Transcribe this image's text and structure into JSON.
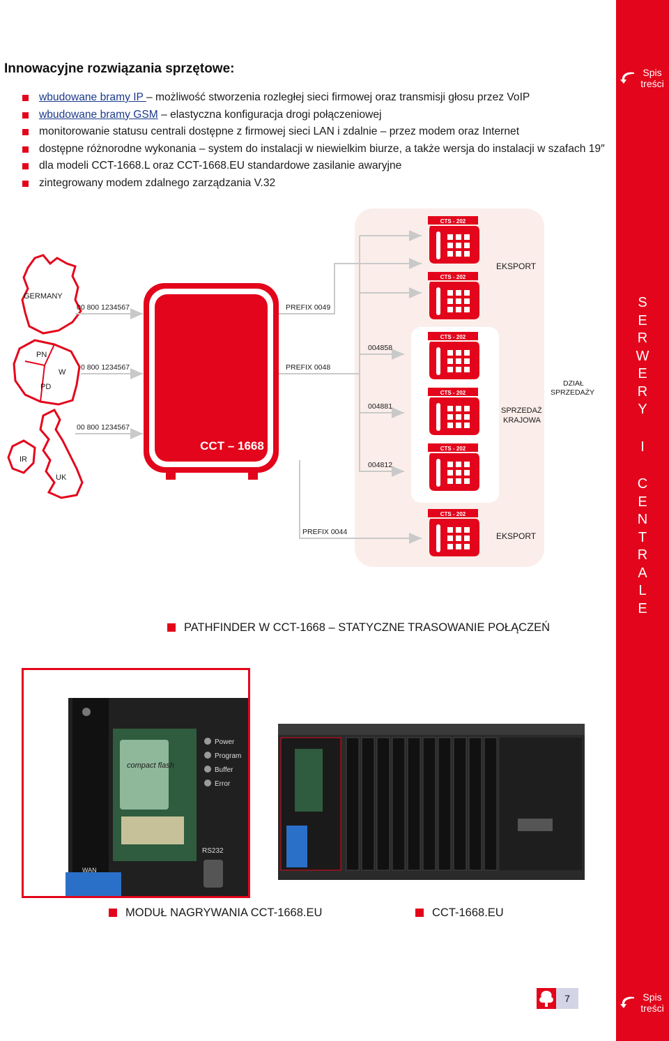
{
  "heading": "Innowacyjne rozwiązania sprzętowe:",
  "features": [
    {
      "link": "wbudowane bramy IP ",
      "text": "– możliwość stworzenia rozległej sieci firmowej oraz transmisji głosu przez VoIP"
    },
    {
      "link": "wbudowane bramy GSM",
      "text": " – elastyczna konfiguracja drogi połączeniowej"
    },
    {
      "link": "",
      "text": "monitorowanie statusu centrali dostępne z firmowej sieci LAN i zdalnie – przez modem oraz Internet"
    },
    {
      "link": "",
      "text": "dostępne różnorodne wykonania – system do instalacji w niewielkim biurze, a także wersja do instalacji w szafach 19″"
    },
    {
      "link": "",
      "text": "dla modeli CCT-1668.L oraz CCT-1668.EU standardowe zasilanie awaryjne"
    },
    {
      "link": "",
      "text": "zintegrowany modem zdalnego zarządzania V.32"
    }
  ],
  "sidebar": {
    "spis_line1": "Spis",
    "spis_line2": "treści",
    "vertical_word1": [
      "S",
      "E",
      "R",
      "W",
      "E",
      "R",
      "Y"
    ],
    "vertical_word2": [
      "I"
    ],
    "vertical_word3": [
      "C",
      "E",
      "N",
      "T",
      "R",
      "A",
      "L",
      "E"
    ]
  },
  "diagram": {
    "countries": {
      "germany": "GERMANY",
      "pn": "PN",
      "w": "W",
      "pd": "PD",
      "ir": "IR",
      "uk": "UK"
    },
    "numbers": [
      "00 800 1234567",
      "0 800 1234567",
      "00 800 1234567"
    ],
    "device": "CCT – 1668",
    "prefixes": [
      "PREFIX 0049",
      "PREFIX 0048",
      "PREFIX 0044"
    ],
    "extensions": [
      "004858",
      "004881",
      "004812"
    ],
    "phone_label": "CTS - 202",
    "groups": {
      "eksport_top": "EKSPORT",
      "sprzedaz": "SPRZEDAŻ KRAJOWA",
      "dzial": "DZIAŁ SPRZEDAŻY",
      "eksport_bottom": "EKSPORT"
    }
  },
  "captions": {
    "pathfinder": "PATHFINDER W CCT-1668 – STATYCZNE TRASOWANIE POŁĄCZEŃ",
    "modul": "MODUŁ NAGRYWANIA CCT-1668.EU",
    "cct": "CCT-1668.EU"
  },
  "photo_labels": {
    "led1": "Power",
    "led2": "Program",
    "led3": "Buffer",
    "led4": "Error",
    "port": "RS232",
    "wan": "WAN",
    "card": "compact flash"
  },
  "page_number": "7",
  "colors": {
    "accent": "#e3051b",
    "link": "#1b3a8c",
    "panel": "#fbeeea"
  }
}
